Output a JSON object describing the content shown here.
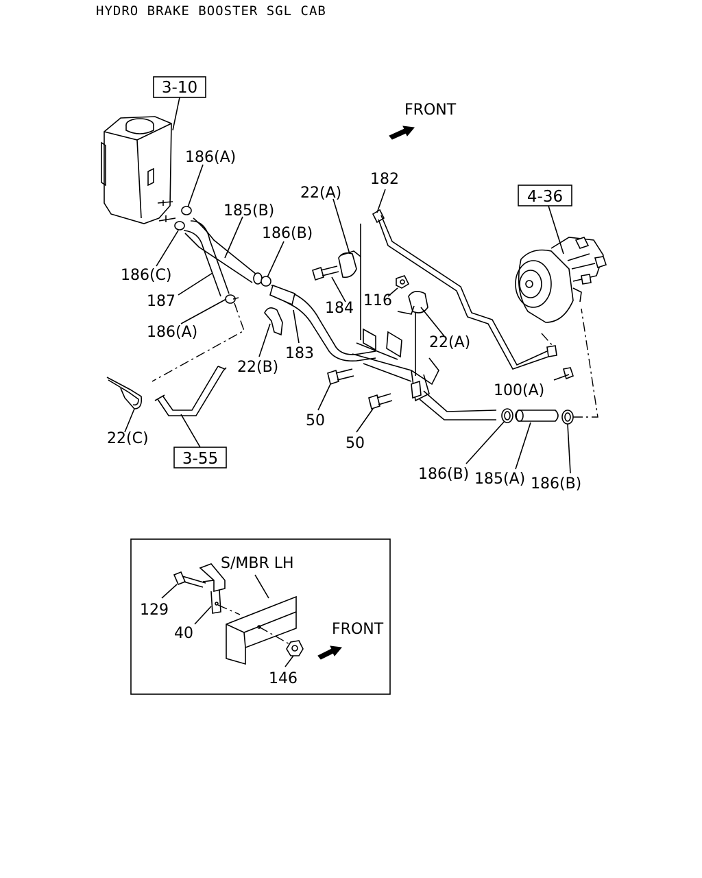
{
  "title": "HYDRO BRAKE BOOSTER SGL CAB",
  "ref_boxes": {
    "reservoir": "3-10",
    "pump": "4-36",
    "pipe": "3-55"
  },
  "front_labels": {
    "main": "FRONT",
    "inset": "FRONT"
  },
  "callouts": {
    "c186A_top": "186(A)",
    "c185B": "185(B)",
    "c186B_mid": "186(B)",
    "c22A_top": "22(A)",
    "c182": "182",
    "c186C": "186(C)",
    "c187": "187",
    "c186A_low": "186(A)",
    "c184": "184",
    "c116": "116",
    "c22A_mid": "22(A)",
    "c183": "183",
    "c22B": "22(B)",
    "c50_a": "50",
    "c50_b": "50",
    "c100A": "100(A)",
    "c22C": "22(C)",
    "c186B_left": "186(B)",
    "c185A": "185(A)",
    "c186B_right": "186(B)"
  },
  "inset": {
    "member_label": "S/MBR LH",
    "c129": "129",
    "c40": "40",
    "c146": "146"
  }
}
